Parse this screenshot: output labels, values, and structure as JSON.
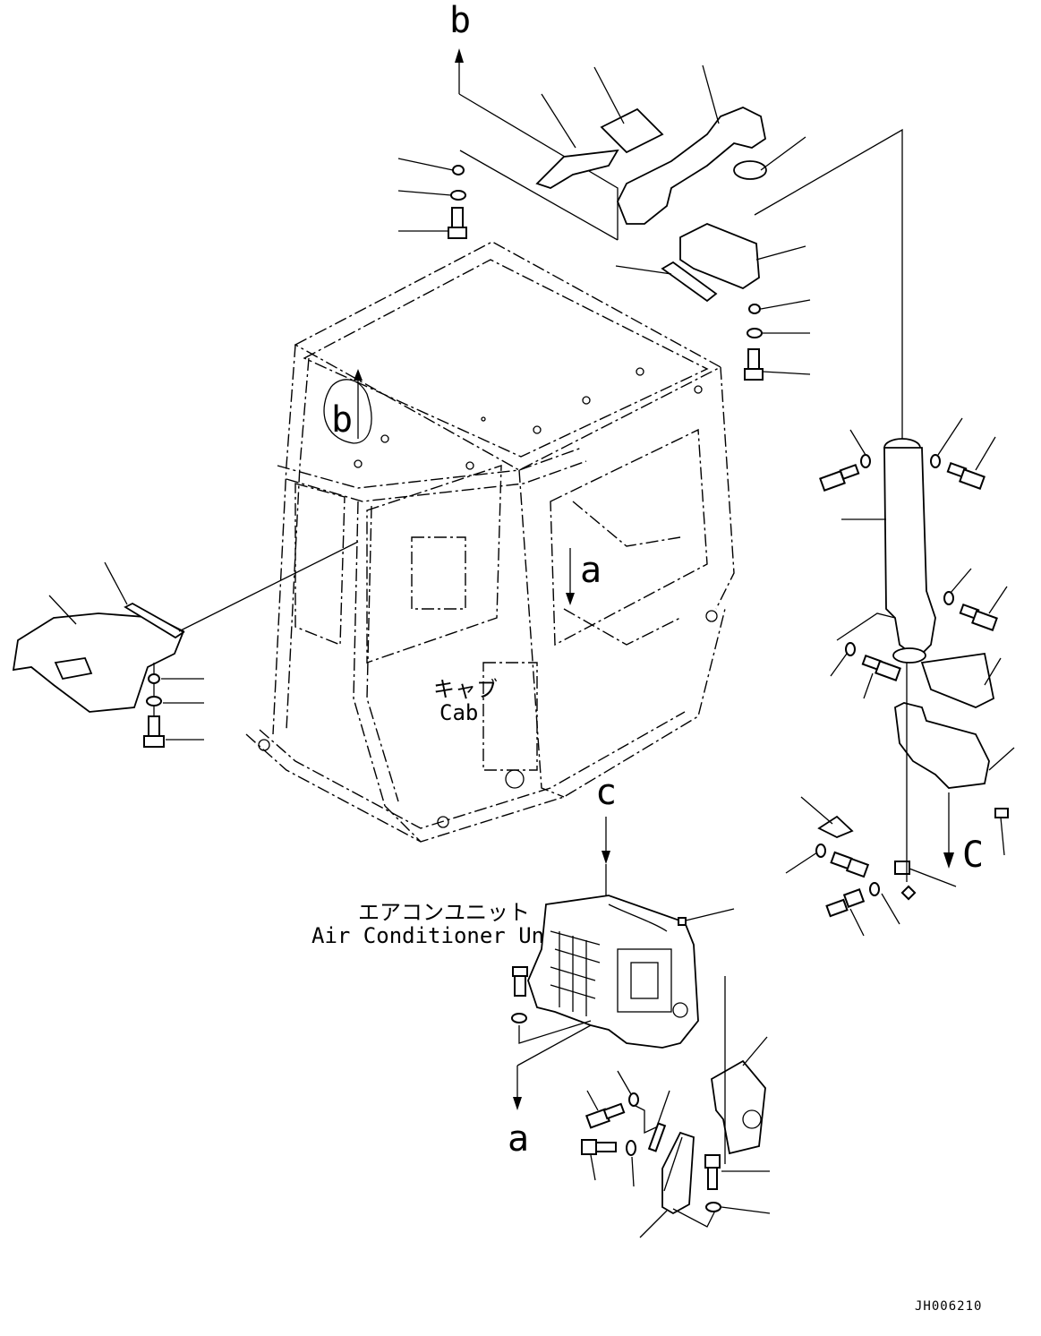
{
  "labels": {
    "b_top": "b",
    "b_cab": "b",
    "a_cab": "a",
    "a_bottom": "a",
    "c_top": "c",
    "c_right": "C",
    "cab_jp": "キャブ",
    "cab_en": "Cab",
    "ac_jp": "エアコンユニット",
    "ac_en": "Air Conditioner Unit",
    "drawing_code": "JH006210"
  },
  "icons": [
    "arrow-up-icon",
    "arrow-down-icon",
    "bolt-icon",
    "washer-icon",
    "nut-icon"
  ]
}
